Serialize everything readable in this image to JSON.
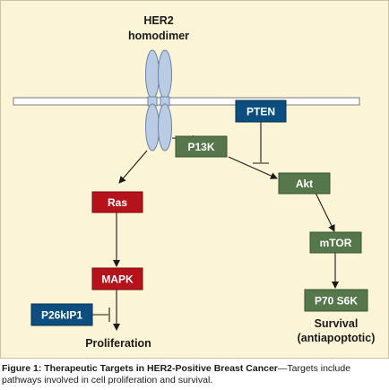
{
  "receptor": {
    "title_line1": "HER2",
    "title_line2": "homodimer"
  },
  "nodes": {
    "pten": "PTEN",
    "p13k": "P13K",
    "akt": "Akt",
    "ras": "Ras",
    "mapk": "MAPK",
    "mtor": "mTOR",
    "p70s6k": "P70 S6K",
    "p26kip1": "P26kIP1"
  },
  "outcomes": {
    "proliferation": "Proliferation",
    "survival_line1": "Survival",
    "survival_line2": "(antiapoptotic)"
  },
  "colors": {
    "background": "#fbf4d6",
    "red_box": "#b5121b",
    "green_box": "#55774b",
    "blue_box": "#0d4e80",
    "receptor_fill": "#b9cce4",
    "receptor_stroke": "#6c83a8"
  },
  "caption": {
    "label": "Figure 1: Therapeutic Targets in HER2-Positive Breast Cancer",
    "text": "—Targets include pathways involved in cell proliferation and survival."
  }
}
